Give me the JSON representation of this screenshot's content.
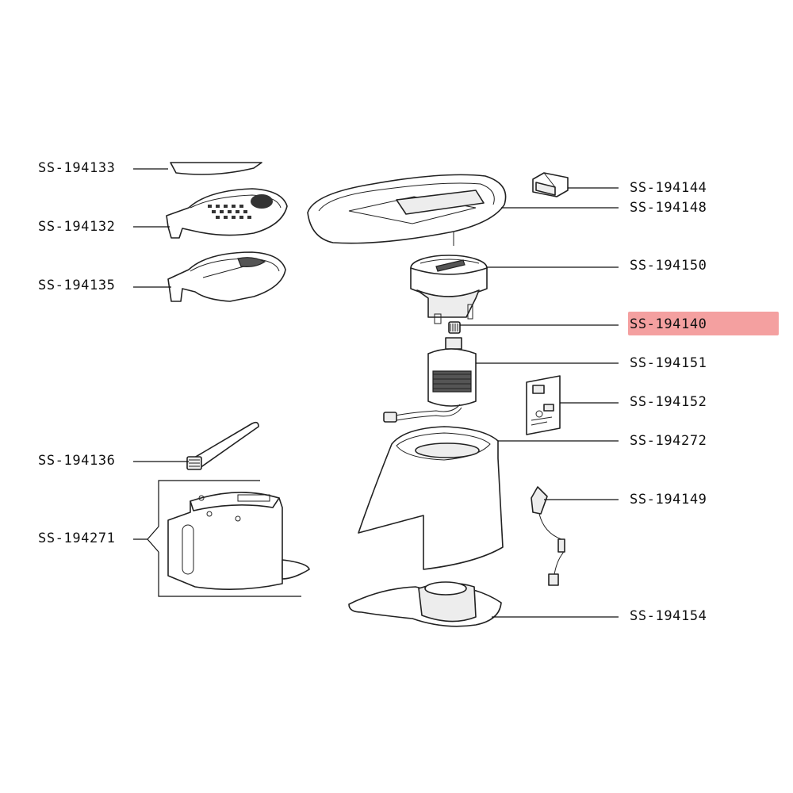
{
  "diagram": {
    "highlight_color": "#f4a0a0",
    "parts": [
      {
        "id": "top-cut",
        "label": "SS-194133"
      },
      {
        "id": "p132",
        "label": "SS-194132"
      },
      {
        "id": "p135",
        "label": "SS-194135"
      },
      {
        "id": "p136",
        "label": "SS-194136"
      },
      {
        "id": "p271",
        "label": "SS-194271"
      },
      {
        "id": "p144",
        "label": "SS-194144"
      },
      {
        "id": "p148",
        "label": "SS-194148"
      },
      {
        "id": "p150",
        "label": "SS-194150"
      },
      {
        "id": "p140",
        "label": "SS-194140",
        "highlighted": true
      },
      {
        "id": "p151",
        "label": "SS-194151"
      },
      {
        "id": "p152",
        "label": "SS-194152"
      },
      {
        "id": "p272",
        "label": "SS-194272"
      },
      {
        "id": "p149",
        "label": "SS-194149"
      },
      {
        "id": "p154",
        "label": "SS-194154"
      }
    ]
  }
}
